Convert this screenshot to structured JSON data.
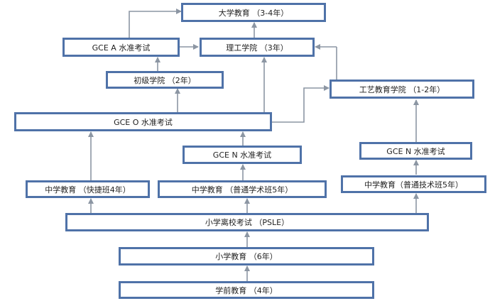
{
  "colors": {
    "border": "#4f72a8",
    "arrow": "#8c96a3",
    "text": "#1f1f1f"
  },
  "nodes": {
    "university": "大学教育 （3-4年）",
    "gce_a": "GCE A  水准考试",
    "polytechnic": "理工学院 （3年）",
    "junior_college": "初级学院 （2年）",
    "ite": "工艺教育学院 （1-2年）",
    "gce_o": "GCE O 水准考试",
    "gce_n_academic": "GCE N 水准考试",
    "gce_n_technical": "GCE N 水准考试",
    "sec_express": "中学教育 （快捷班4年）",
    "sec_normal_academic": "中学教育 （普通学术班5年）",
    "sec_normal_technical": "中学教育（普通技术班5年）",
    "psle": "小学离校考试 （PSLE）",
    "primary": "小学教育 （6年）",
    "preschool": "学前教育 （4年）"
  }
}
